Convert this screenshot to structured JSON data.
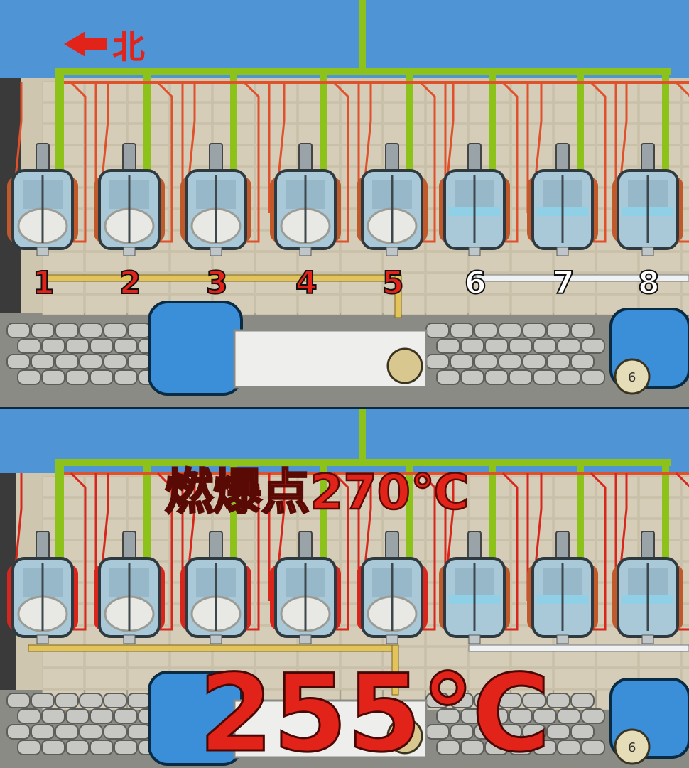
{
  "top": {
    "north_label": "北",
    "reactors": [
      {
        "label": "1",
        "filled": true
      },
      {
        "label": "2",
        "filled": true
      },
      {
        "label": "3",
        "filled": true
      },
      {
        "label": "4",
        "filled": true
      },
      {
        "label": "5",
        "filled": true
      },
      {
        "label": "6",
        "filled": false
      },
      {
        "label": "7",
        "filled": false
      },
      {
        "label": "8",
        "filled": false
      }
    ],
    "wheel_label": "6"
  },
  "bottom": {
    "title": "燃爆点270℃",
    "temperature": "255℃",
    "wheel_label": "6"
  },
  "colors": {
    "sky": "#4f95d6",
    "wall": "#cfc6b0",
    "green_pipe": "#8cc21a",
    "red_pipe": "#e0502a",
    "yellow_pipe": "#e3c45a",
    "white_pipe": "#eef2f5",
    "label_red": "#e2231a",
    "label_white": "#ffffff",
    "vessel": "#a9c9d9"
  }
}
